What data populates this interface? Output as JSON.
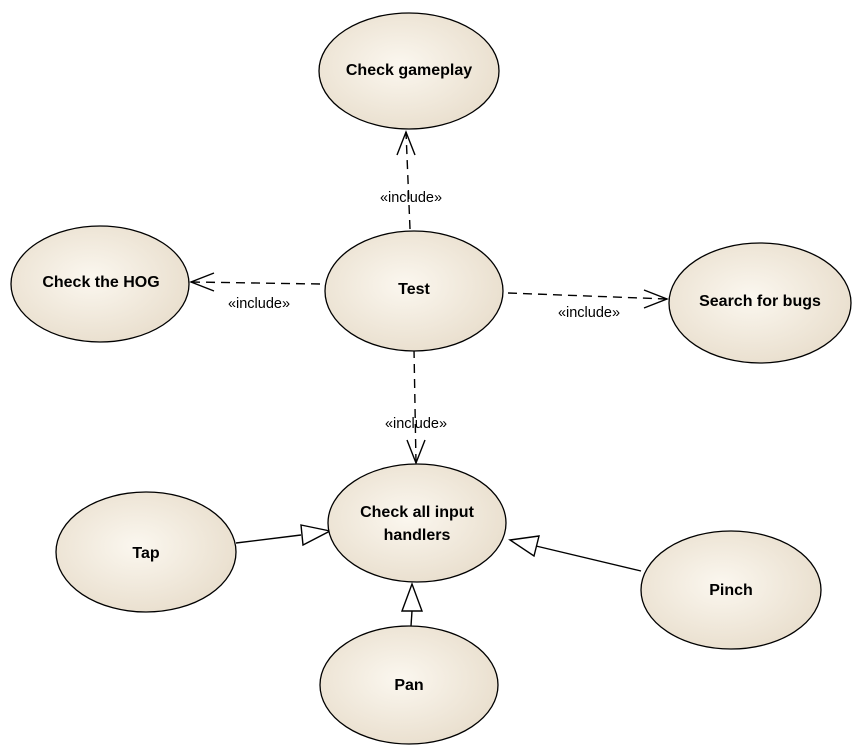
{
  "diagram": {
    "use_cases": {
      "check_gameplay": {
        "label": "Check gameplay"
      },
      "check_hog": {
        "label": "Check the HOG"
      },
      "test": {
        "label": "Test"
      },
      "search_bugs": {
        "label": "Search for bugs"
      },
      "check_input": {
        "line1": "Check all input",
        "line2": "handlers"
      },
      "tap": {
        "label": "Tap"
      },
      "pinch": {
        "label": "Pinch"
      },
      "pan": {
        "label": "Pan"
      }
    },
    "relations": {
      "include_gameplay": "«include»",
      "include_hog": "«include»",
      "include_bugs": "«include»",
      "include_input": "«include»"
    },
    "colors": {
      "fill_light": "#fbf7ef",
      "fill_dark": "#e8ddcb",
      "stroke": "#000000"
    }
  }
}
